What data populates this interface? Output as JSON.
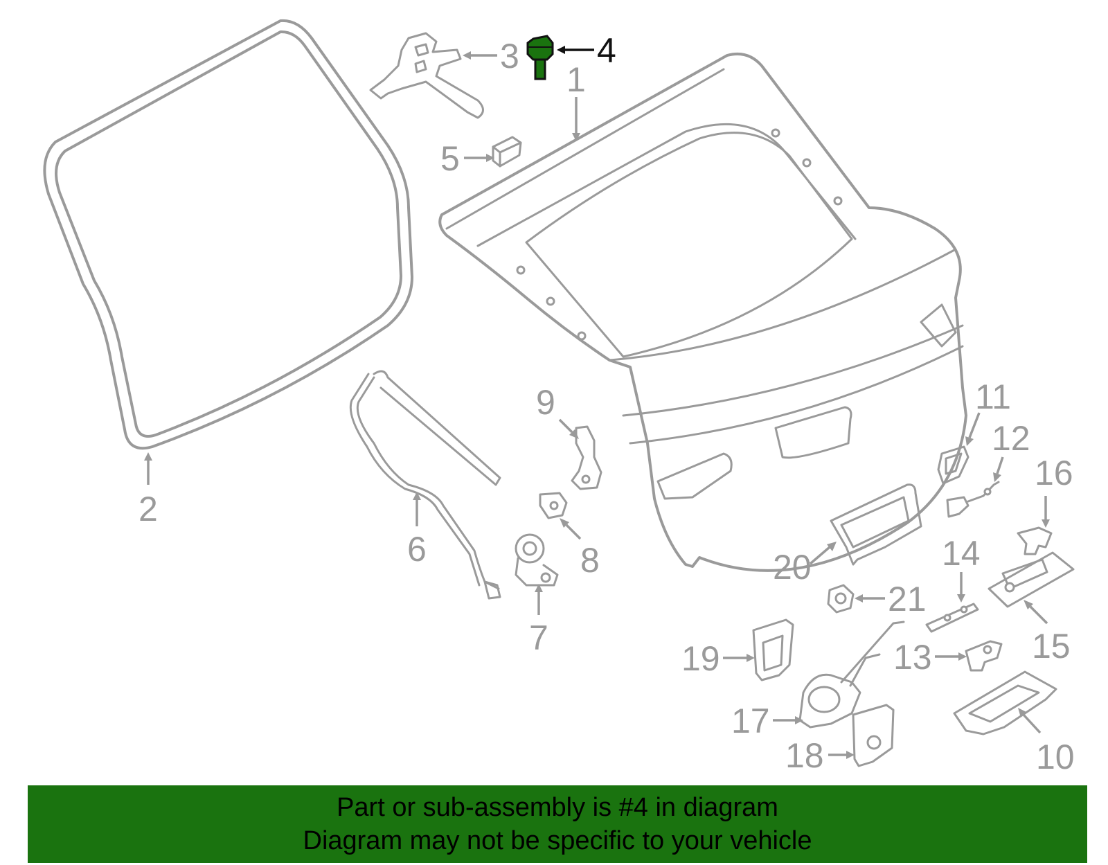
{
  "diagram": {
    "highlight_color": "#1a730f",
    "callouts": [
      {
        "label": "1"
      },
      {
        "label": "2"
      },
      {
        "label": "3"
      },
      {
        "label": "4"
      },
      {
        "label": "5"
      },
      {
        "label": "6"
      },
      {
        "label": "7"
      },
      {
        "label": "8"
      },
      {
        "label": "9"
      },
      {
        "label": "10"
      },
      {
        "label": "11"
      },
      {
        "label": "12"
      },
      {
        "label": "13"
      },
      {
        "label": "14"
      },
      {
        "label": "15"
      },
      {
        "label": "16"
      },
      {
        "label": "17"
      },
      {
        "label": "18"
      },
      {
        "label": "19"
      },
      {
        "label": "20"
      },
      {
        "label": "21"
      }
    ]
  },
  "footer": {
    "background": "#1a730f",
    "line1": "Part or sub-assembly is #4 in diagram",
    "line2": "Diagram may not be specific to your vehicle"
  }
}
